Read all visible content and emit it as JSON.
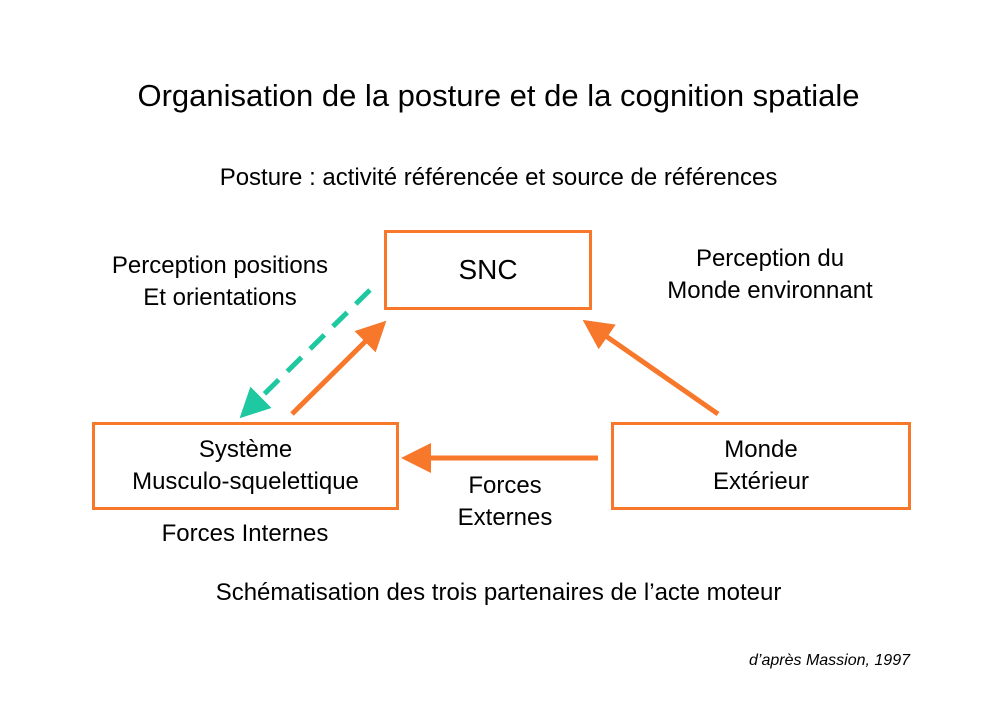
{
  "title": "Organisation de la posture et de la cognition spatiale",
  "subtitle": "Posture : activité référencée et source de références",
  "boxes": {
    "snc": "SNC",
    "systeme_line1": "Système",
    "systeme_line2": "Musculo-squelettique",
    "monde_line1": "Monde",
    "monde_line2": "Extérieur"
  },
  "labels": {
    "perception_positions_line1": "Perception positions",
    "perception_positions_line2": "Et orientations",
    "perception_monde_line1": "Perception du",
    "perception_monde_line2": "Monde environnant",
    "forces_externes_line1": "Forces",
    "forces_externes_line2": "Externes",
    "forces_internes": "Forces Internes"
  },
  "caption": "Schématisation des trois partenaires de l’acte moteur",
  "credit": "d’après Massion, 1997",
  "colors": {
    "orange": "#f7772b",
    "dashed_green": "#1ec8a0"
  }
}
